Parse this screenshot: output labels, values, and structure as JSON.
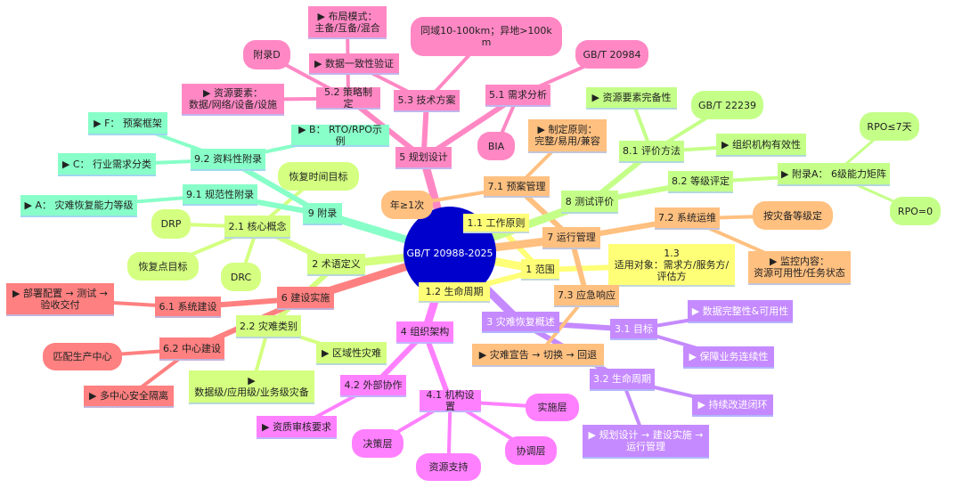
{
  "root": {
    "label": "GB/T 20988-2025",
    "color": "#0000CC"
  },
  "branches": [
    {
      "label": "1 范围",
      "color": "#FFFF77",
      "text_color": "#222222",
      "children": [
        {
          "label": "1.1 工作原则",
          "children": []
        },
        {
          "label": "1.2 生命周期",
          "children": []
        },
        {
          "label": "1.3\n适用对象：需求方/服务方/\n评估方",
          "children": []
        }
      ]
    },
    {
      "label": "2 术语定义",
      "color": "#D4FF80",
      "text_color": "#222222",
      "children": [
        {
          "label": "2.1 核心概念",
          "children": [
            {
              "label": "恢复时间目标",
              "children": []
            },
            {
              "label": "DRP",
              "children": []
            },
            {
              "label": "恢复点目标",
              "children": []
            },
            {
              "label": "DRC",
              "children": []
            }
          ]
        },
        {
          "label": "2.2 灾难类别",
          "children": [
            {
              "label": "▶ 区域性灾难",
              "children": []
            },
            {
              "label": "▶\n数据级/应用级/业务级灾备",
              "children": []
            }
          ]
        }
      ]
    },
    {
      "label": "3 灾难恢复概述",
      "color": "#C58AFF",
      "text_color": "#FFFFFF",
      "children": [
        {
          "label": "3.1 目标",
          "children": [
            {
              "label": "▶ 数据完整性&可用性",
              "children": []
            },
            {
              "label": "▶ 保障业务连续性",
              "children": []
            }
          ]
        },
        {
          "label": "3.2 生命周期",
          "children": [
            {
              "label": "▶ 持续改进闭环",
              "children": []
            },
            {
              "label": "▶ 规划设计 → 建设实施 →\n运行管理",
              "children": []
            }
          ]
        }
      ]
    },
    {
      "label": "4 组织架构",
      "color": "#FF80FF",
      "text_color": "#222222",
      "children": [
        {
          "label": "4.2 外部协作",
          "children": [
            {
              "label": "▶ 资质审核要求",
              "children": []
            }
          ]
        },
        {
          "label": "4.1 机构设置",
          "children": [
            {
              "label": "实施层",
              "children": []
            },
            {
              "label": "决策层",
              "children": []
            },
            {
              "label": "资源支持",
              "children": []
            },
            {
              "label": "协调层",
              "children": []
            }
          ]
        }
      ]
    },
    {
      "label": "5 规划设计",
      "color": "#FF88C4",
      "text_color": "#222222",
      "children": [
        {
          "label": "5.1 需求分析",
          "children": [
            {
              "label": "GB/T 20984",
              "children": []
            },
            {
              "label": "BIA",
              "children": []
            }
          ]
        },
        {
          "label": "5.2 策略制定",
          "children": [
            {
              "label": "附录D",
              "children": []
            },
            {
              "label": "▶ 资源要素：\n数据/网络/设备/设施",
              "children": []
            },
            {
              "label": "▶ 布局模式：\n主备/互备/混合",
              "children": []
            }
          ]
        },
        {
          "label": "5.3 技术方案",
          "children": [
            {
              "label": "同域10-100km；异地>100k\nm",
              "children": []
            },
            {
              "label": "▶ 数据一致性验证",
              "children": []
            }
          ]
        }
      ]
    },
    {
      "label": "6 建设实施",
      "color": "#FF8080",
      "text_color": "#222222",
      "children": [
        {
          "label": "6.1 系统建设",
          "children": [
            {
              "label": "▶ 部署配置 → 测试 →\n验收交付",
              "children": []
            }
          ]
        },
        {
          "label": "6.2 中心建设",
          "children": [
            {
              "label": "匹配生产中心",
              "children": []
            },
            {
              "label": "▶ 多中心安全隔离",
              "children": []
            }
          ]
        }
      ]
    },
    {
      "label": "7 运行管理",
      "color": "#FFC080",
      "text_color": "#222222",
      "children": [
        {
          "label": "7.1 预案管理",
          "children": [
            {
              "label": "▶ 制定原则：\n完整/易用/兼容",
              "children": []
            },
            {
              "label": "年≥1次",
              "children": []
            }
          ]
        },
        {
          "label": "7.2 系统运维",
          "children": [
            {
              "label": "按灾备等级定",
              "children": []
            },
            {
              "label": "▶ 监控内容：\n资源可用性/任务状态",
              "children": []
            }
          ]
        },
        {
          "label": "7.3 应急响应",
          "children": [
            {
              "label": "▶ 灾难宣告 → 切换 → 回退",
              "children": []
            }
          ]
        }
      ]
    },
    {
      "label": "8 测试评价",
      "color": "#C4FF88",
      "text_color": "#222222",
      "children": [
        {
          "label": "8.1 评价方法",
          "children": [
            {
              "label": "▶ 资源要素完备性",
              "children": []
            },
            {
              "label": "GB/T 22239",
              "children": []
            },
            {
              "label": "▶ 组织机构有效性",
              "children": []
            }
          ]
        },
        {
          "label": "8.2 等级评定",
          "children": [
            {
              "label": "▶ 附录A：  6级能力矩阵",
              "children": [
                {
                  "label": "RPO≤7天",
                  "children": []
                },
                {
                  "label": "RPO=0",
                  "children": []
                }
              ]
            }
          ]
        }
      ]
    },
    {
      "label": "9 附录",
      "color": "#88FFC8",
      "text_color": "#222222",
      "children": [
        {
          "label": "9.1 规范性附录",
          "children": [
            {
              "label": "▶ A：  灾难恢复能力等级",
              "children": []
            }
          ]
        },
        {
          "label": "9.2 资料性附录",
          "children": [
            {
              "label": "▶ F：  预案框架",
              "children": []
            },
            {
              "label": "▶ C：  行业需求分类",
              "children": []
            },
            {
              "label": "▶ B：  RTO/RPO示例",
              "children": []
            }
          ]
        }
      ]
    }
  ]
}
